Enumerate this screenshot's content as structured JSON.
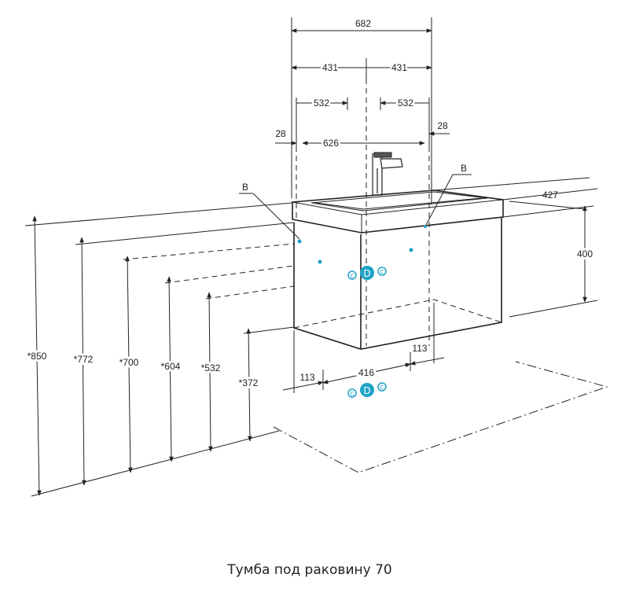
{
  "top_dims": {
    "overall_width": "682",
    "half_left": "431",
    "half_right": "431",
    "inner_left": "532",
    "inner_right": "532",
    "edge_left": "28",
    "edge_right": "28",
    "cabinet_width": "626"
  },
  "side_dims": {
    "depth": "427",
    "height": "400"
  },
  "callouts": {
    "left": "B",
    "right": "B"
  },
  "heights": [
    "*850",
    "*772",
    "*700",
    "*604",
    "*532",
    "*372"
  ],
  "bottom_dims": {
    "left_offset": "113",
    "center": "416",
    "right_offset": "113"
  },
  "connection_symbols": {
    "cold": "C",
    "drain": "D",
    "hot": "C"
  },
  "caption": "Тумба под раковину 70",
  "colors": {
    "line": "#222222",
    "accent": "#1fa3c6"
  }
}
